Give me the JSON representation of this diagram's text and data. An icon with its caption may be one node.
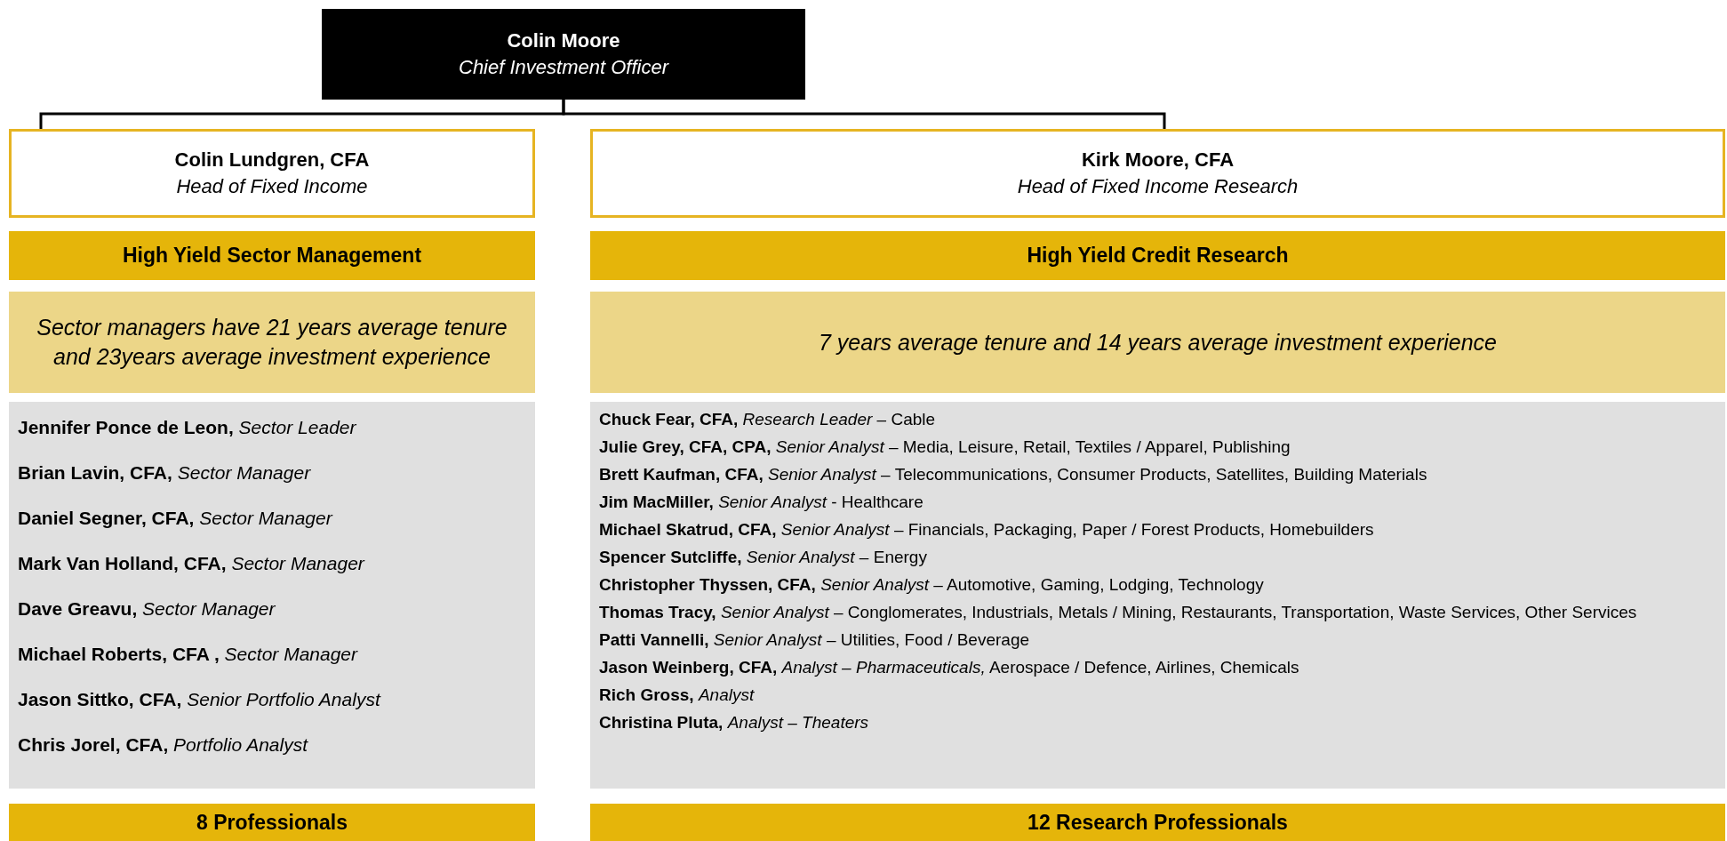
{
  "diagram": {
    "nodes": [
      {
        "text": [
          "Colin Moore",
          "Chief Investment Officer"
        ]
      },
      {
        "text": [
          "Colin Lundgren, CFA",
          "Head of Fixed Income"
        ]
      },
      {
        "text": [
          "Kirk Moore, CFA",
          "Head of Fixed Income Research"
        ]
      },
      {
        "text": [
          "High Yield Sector Management"
        ]
      },
      {
        "text": [
          "High Yield Credit Research"
        ]
      },
      {
        "text": [
          "Sector managers have 21 years average tenure and 23years average investment experience"
        ]
      },
      {
        "text": [
          "7 years average tenure and 14 years average investment experience"
        ]
      },
      {
        "text": [
          "**Jennifer Ponce de Leon,** *Sector Leader*",
          "**Brian Lavin, CFA,** *Sector Manager*",
          "**Daniel Segner, CFA,** *Sector Manager*",
          "**Mark Van Holland, CFA,** *Sector Manager*",
          "**Dave Greavu,** *Sector Manager*",
          "**Michael Roberts, CFA ,** *Sector Manager*",
          "**Jason Sittko, CFA,** *Senior Portfolio Analyst*",
          "**Chris Jorel, CFA,** *Portfolio Analyst*"
        ]
      },
      {
        "text": [
          "**Chuck Fear, CFA,** *Research Leader* – Cable",
          "**Julie Grey, CFA, CPA,** *Senior Analyst* – Media, Leisure, Retail, Textiles / Apparel, Publishing",
          "**Brett Kaufman, CFA,** *Senior Analyst* – Telecommunications, Consumer Products, Satellites, Building Materials",
          "**Jim MacMiller,** *Senior Analyst*  - Healthcare",
          "**Michael Skatrud, CFA,** *Senior Analyst* – Financials, Packaging, Paper / Forest Products, Homebuilders",
          "**Spencer Sutcliffe,** *Senior Analyst* – Energy",
          "**Christopher Thyssen, CFA,** *Senior Analyst* – Automotive, Gaming, Lodging, Technology",
          "**Thomas Tracy,** *Senior Analyst* – Conglomerates, Industrials, Metals / Mining, Restaurants, Transportation, Waste Services, Other Services",
          "**Patti Vannelli,** *Senior Analyst* – Utilities, Food / Beverage",
          "**Jason Weinberg, CFA,** *Analyst – Pharmaceuticals,* Aerospace / Defence, Airlines, Chemicals",
          "**Rich Gross,** *Analyst*",
          "**Christina Pluta,** *Analyst  – Theaters*"
        ]
      },
      {
        "text": [
          "8 Professionals"
        ]
      },
      {
        "text": [
          "12 Research Professionals"
        ]
      }
    ],
    "edges": [
      {
        "from": 0,
        "to": 1,
        "arrow": "none"
      },
      {
        "from": 0,
        "to": 2,
        "arrow": "none"
      }
    ]
  }
}
